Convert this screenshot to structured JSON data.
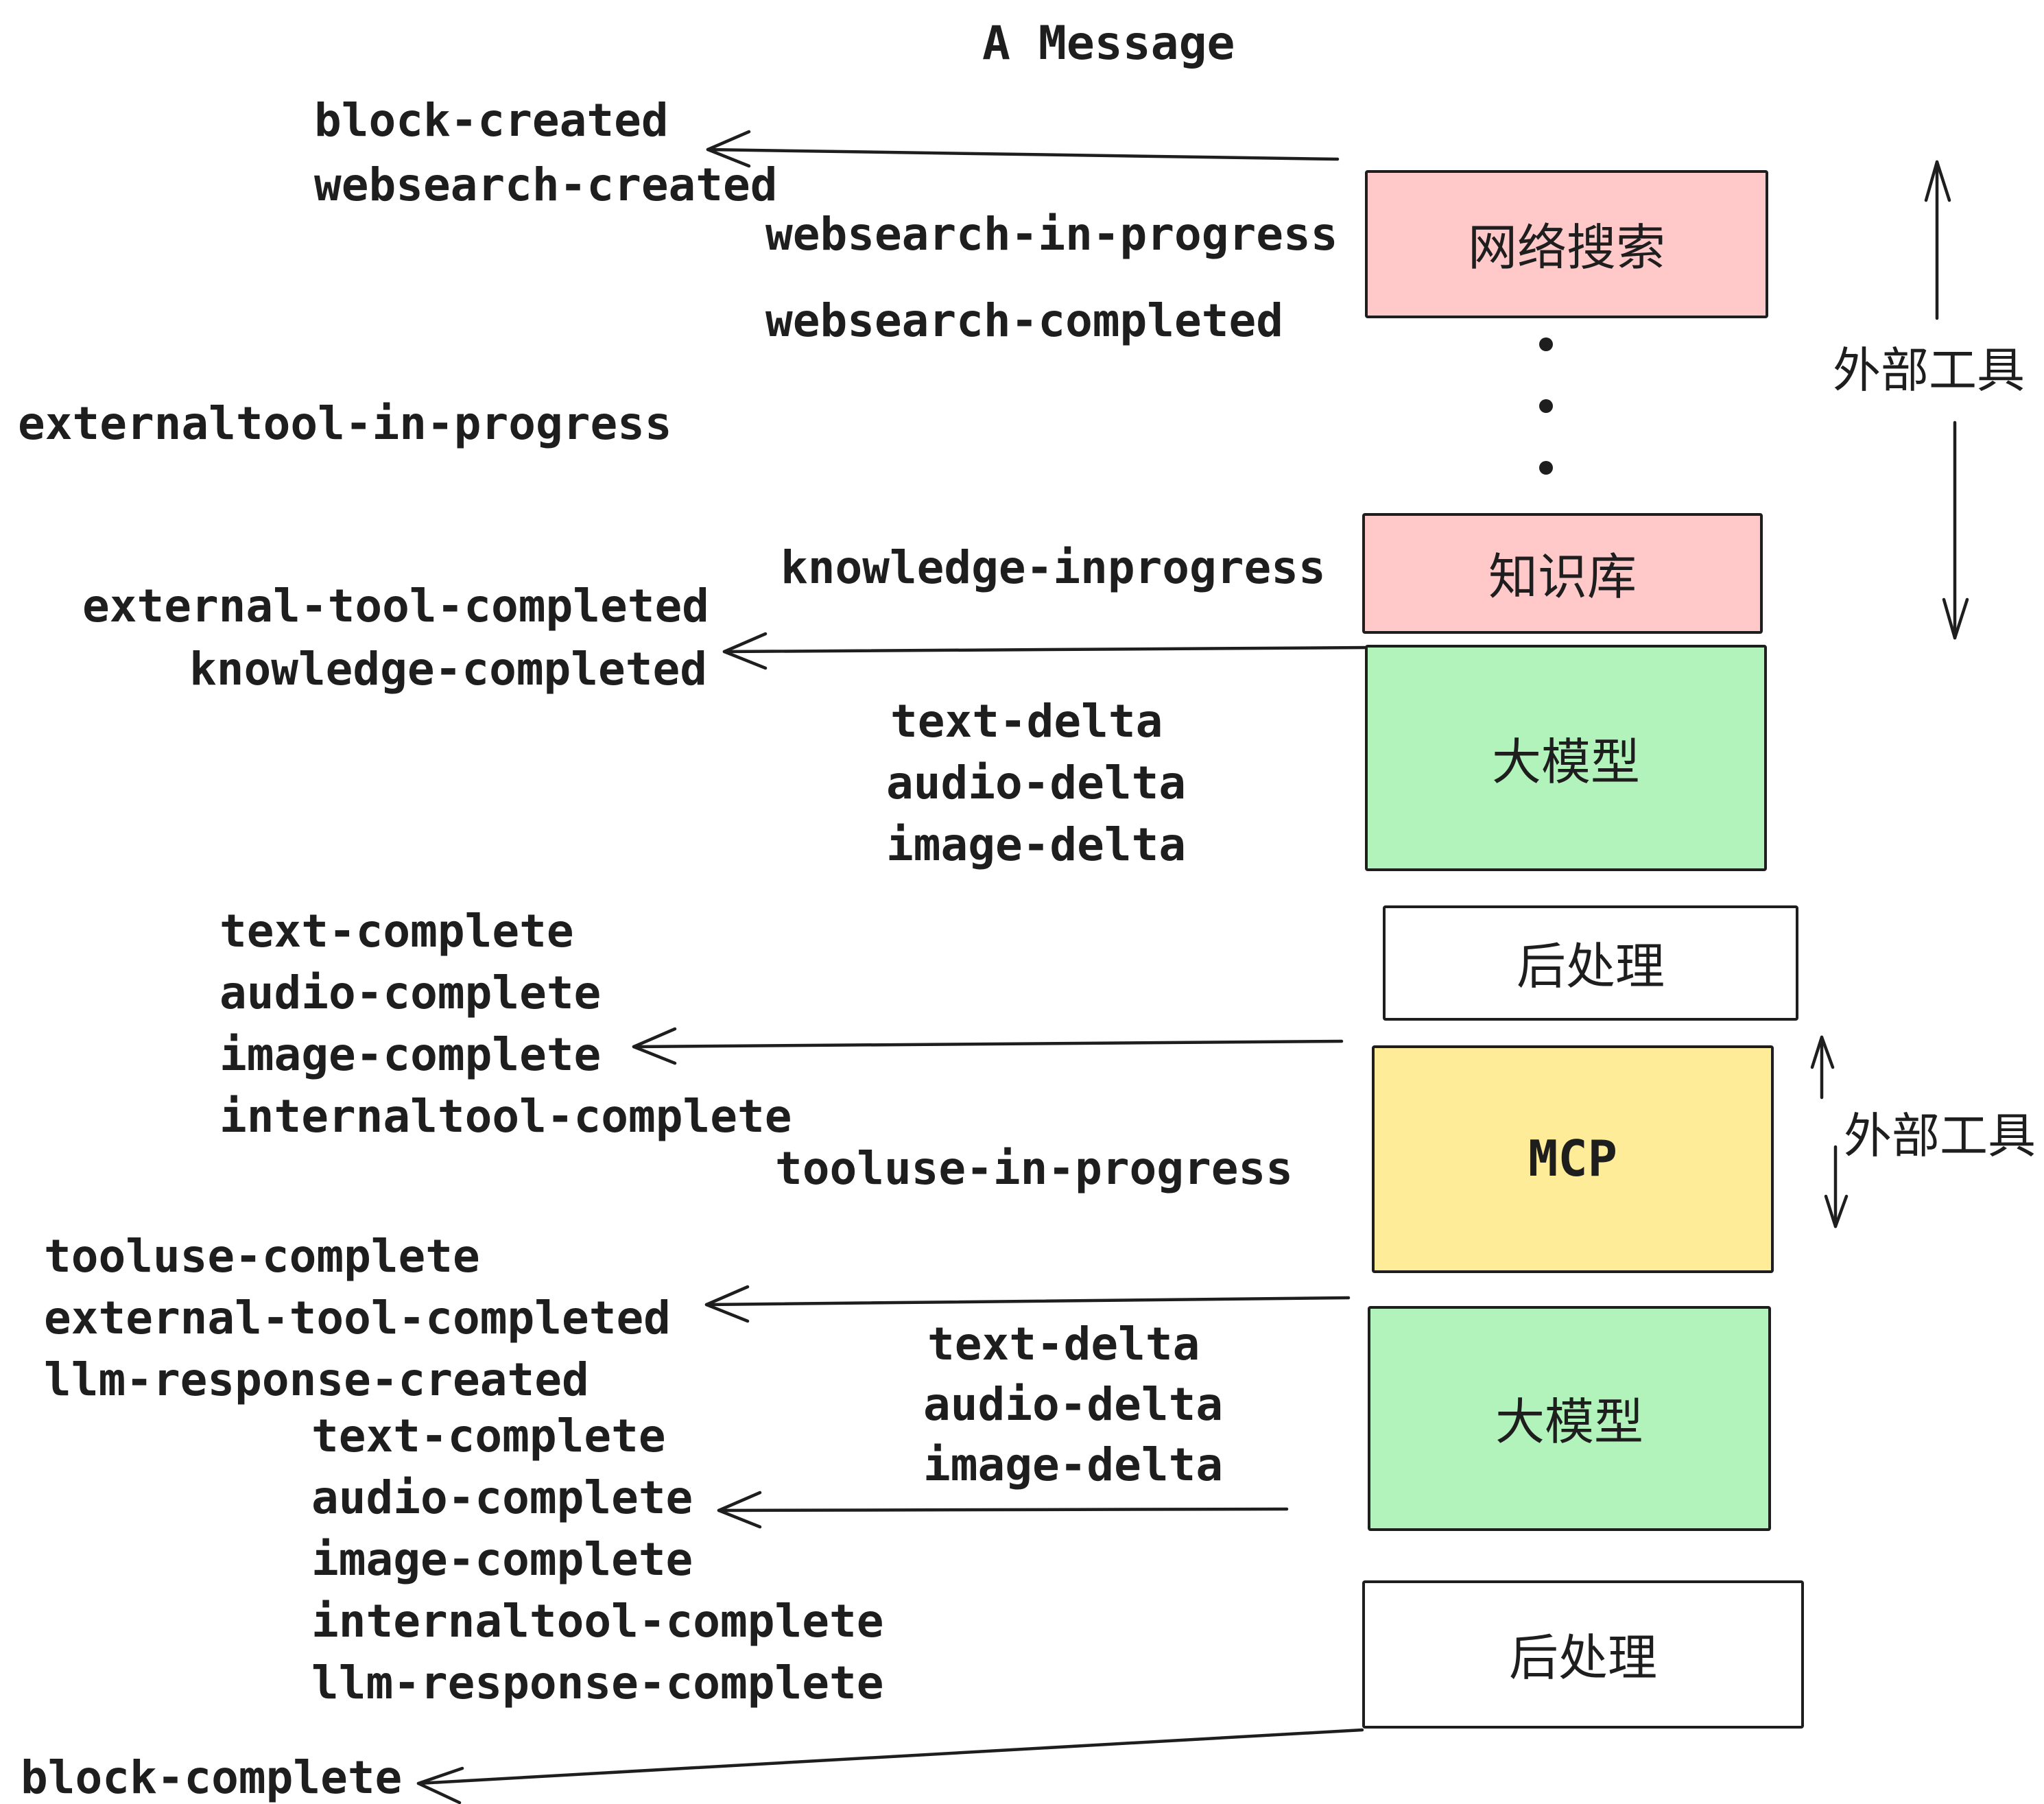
{
  "title": "A Message",
  "events": {
    "block_created": "block-created",
    "websearch_created": "websearch-created",
    "websearch_in_progress": "websearch-in-progress",
    "websearch_completed": "websearch-completed",
    "externaltool_in_progress": "externaltool-in-progress",
    "knowledge_inprogress": "knowledge-inprogress",
    "external_tool_completed_1": "external-tool-completed",
    "knowledge_completed": "knowledge-completed",
    "text_delta_1": "text-delta",
    "audio_delta_1": "audio-delta",
    "image_delta_1": "image-delta",
    "text_complete_1": "text-complete",
    "audio_complete_1": "audio-complete",
    "image_complete_1": "image-complete",
    "internaltool_complete_1": "internaltool-complete",
    "tooluse_in_progress": "tooluse-in-progress",
    "tooluse_complete": "tooluse-complete",
    "external_tool_completed_2": "external-tool-completed",
    "llm_response_created": "llm-response-created",
    "text_complete_2": "text-complete",
    "audio_complete_2": "audio-complete",
    "image_complete_2": "image-complete",
    "internaltool_complete_2": "internaltool-complete",
    "llm_response_complete": "llm-response-complete",
    "block_complete": "block-complete"
  },
  "boxes": {
    "websearch": "网络搜索",
    "knowledge": "知识库",
    "llm_1": "大模型",
    "post_1": "后处理",
    "mcp": "MCP",
    "llm_2": "大模型",
    "post_2": "后处理"
  },
  "side_labels": {
    "external_tools_top": "外部工具",
    "external_tools_mcp": "外部工具"
  },
  "colors": {
    "pink": "#ffc9c9",
    "green": "#b2f2bb",
    "yellow": "#ffec99",
    "white": "#ffffff",
    "stroke": "#1e1e1e",
    "background": "#ffffff"
  }
}
